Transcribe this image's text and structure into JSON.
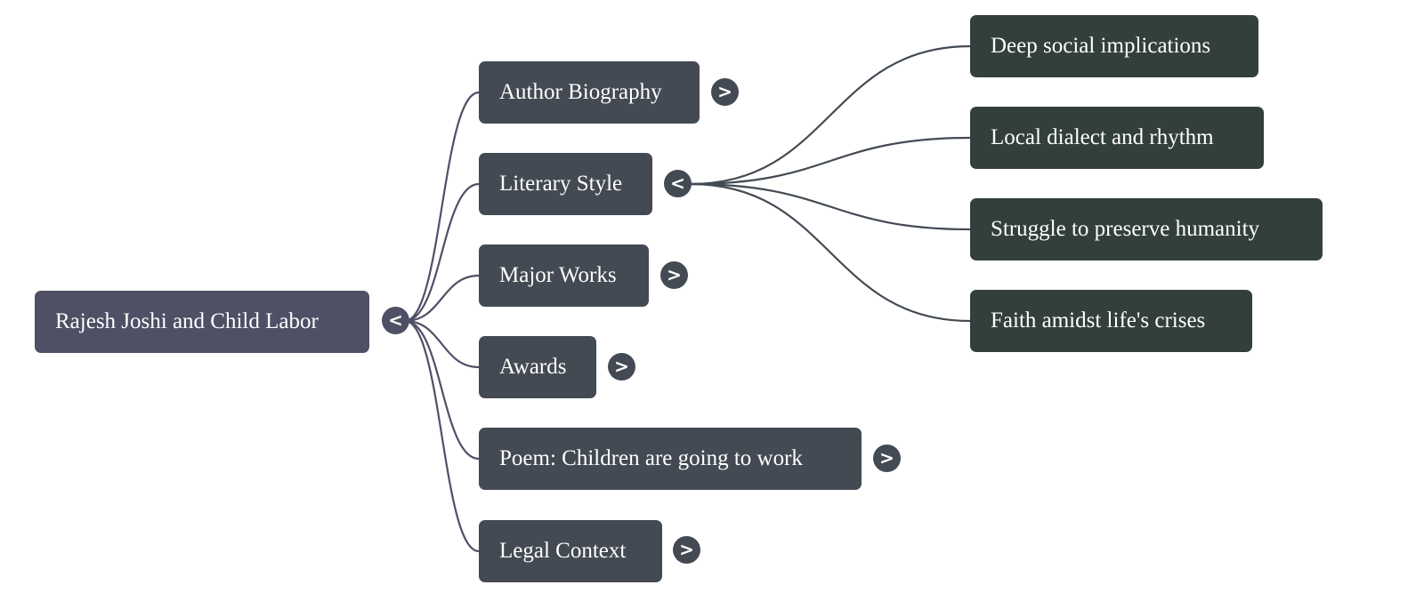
{
  "mindmap": {
    "root": {
      "label": "Rajesh Joshi and Child Labor",
      "toggle": "<",
      "expanded": true
    },
    "children": [
      {
        "label": "Author Biography",
        "toggle": ">",
        "expanded": false
      },
      {
        "label": "Literary Style",
        "toggle": "<",
        "expanded": true,
        "children": [
          {
            "label": "Deep social implications"
          },
          {
            "label": "Local dialect and rhythm"
          },
          {
            "label": "Struggle to preserve humanity"
          },
          {
            "label": "Faith amidst life's crises"
          }
        ]
      },
      {
        "label": "Major Works",
        "toggle": ">",
        "expanded": false
      },
      {
        "label": "Awards",
        "toggle": ">",
        "expanded": false
      },
      {
        "label": "Poem: Children are going to work",
        "toggle": ">",
        "expanded": false
      },
      {
        "label": "Legal Context",
        "toggle": ">",
        "expanded": false
      }
    ]
  },
  "colors": {
    "root": "#4f5066",
    "level1": "#434a53",
    "level2": "#323f3d",
    "link_root": "#4f5066",
    "link_level1": "#434a53"
  }
}
